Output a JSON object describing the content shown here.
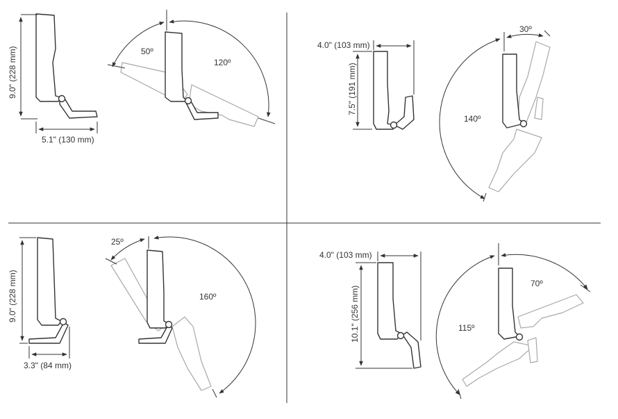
{
  "quadrants": {
    "top_left": {
      "height_label": "9.0\" (228 mm)",
      "width_label": "5.1\" (130 mm)",
      "angle_back": "50º",
      "angle_forward": "120º"
    },
    "top_right": {
      "width_label": "4.0\" (103 mm)",
      "height_label": "7.5\" (191 mm)",
      "angle_back": "30º",
      "angle_forward": "140º"
    },
    "bottom_left": {
      "height_label": "9.0\" (228 mm)",
      "width_label": "3.3\" (84 mm)",
      "angle_back": "25º",
      "angle_forward": "160º"
    },
    "bottom_right": {
      "width_label": "4.0\" (103 mm)",
      "height_label": "10.1\" (256 mm)",
      "angle_back": "70º",
      "angle_forward": "115º"
    }
  }
}
